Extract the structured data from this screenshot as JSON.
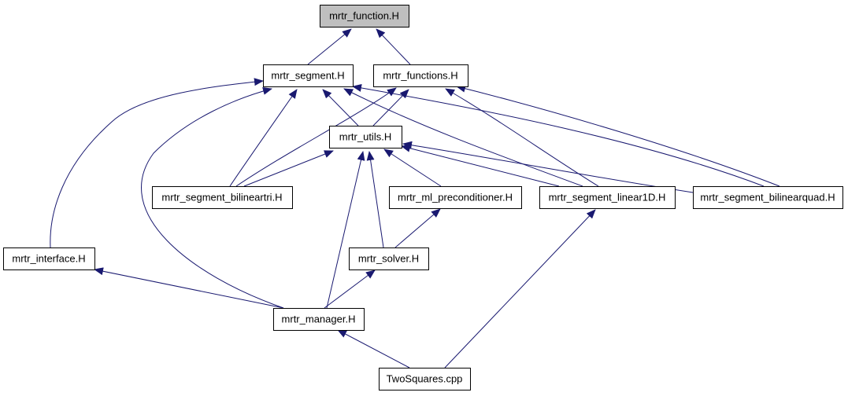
{
  "nodes": [
    {
      "id": "function",
      "label": "mrtr_function.H",
      "highlighted": true
    },
    {
      "id": "segment",
      "label": "mrtr_segment.H"
    },
    {
      "id": "functions",
      "label": "mrtr_functions.H"
    },
    {
      "id": "utils",
      "label": "mrtr_utils.H"
    },
    {
      "id": "bilineartri",
      "label": "mrtr_segment_bilineartri.H"
    },
    {
      "id": "ml_prec",
      "label": "mrtr_ml_preconditioner.H"
    },
    {
      "id": "linear1d",
      "label": "mrtr_segment_linear1D.H"
    },
    {
      "id": "bilinearquad",
      "label": "mrtr_segment_bilinearquad.H"
    },
    {
      "id": "interface",
      "label": "mrtr_interface.H"
    },
    {
      "id": "solver",
      "label": "mrtr_solver.H"
    },
    {
      "id": "manager",
      "label": "mrtr_manager.H"
    },
    {
      "id": "twosquares",
      "label": "TwoSquares.cpp"
    }
  ],
  "edges": [
    {
      "from": "segment",
      "to": "function"
    },
    {
      "from": "functions",
      "to": "function"
    },
    {
      "from": "utils",
      "to": "segment"
    },
    {
      "from": "utils",
      "to": "functions"
    },
    {
      "from": "bilineartri",
      "to": "segment"
    },
    {
      "from": "bilineartri",
      "to": "functions"
    },
    {
      "from": "bilineartri",
      "to": "utils"
    },
    {
      "from": "linear1d",
      "to": "segment"
    },
    {
      "from": "linear1d",
      "to": "functions"
    },
    {
      "from": "linear1d",
      "to": "utils"
    },
    {
      "from": "bilinearquad",
      "to": "segment"
    },
    {
      "from": "bilinearquad",
      "to": "functions"
    },
    {
      "from": "bilinearquad",
      "to": "utils"
    },
    {
      "from": "ml_prec",
      "to": "utils"
    },
    {
      "from": "interface",
      "to": "segment"
    },
    {
      "from": "solver",
      "to": "utils"
    },
    {
      "from": "solver",
      "to": "ml_prec"
    },
    {
      "from": "manager",
      "to": "segment"
    },
    {
      "from": "manager",
      "to": "utils"
    },
    {
      "from": "manager",
      "to": "interface"
    },
    {
      "from": "manager",
      "to": "solver"
    },
    {
      "from": "twosquares",
      "to": "manager"
    },
    {
      "from": "twosquares",
      "to": "linear1d"
    }
  ],
  "colors": {
    "edge": "#191970",
    "node_fill": "#ffffff",
    "highlight_fill": "#bfbfbf",
    "border": "#000000"
  }
}
